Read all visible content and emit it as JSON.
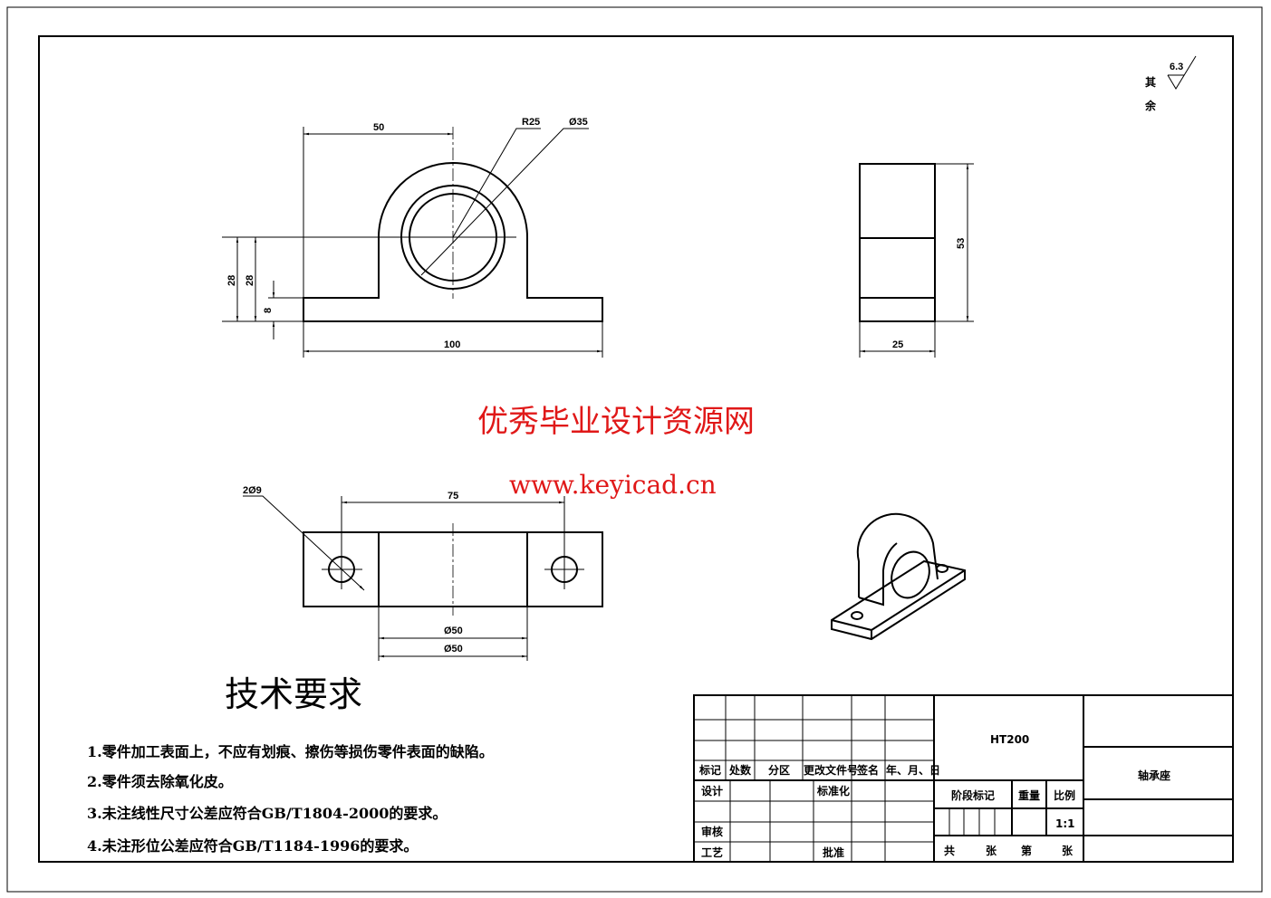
{
  "roughness": {
    "label_line1": "其",
    "label_line2": "余",
    "value": "6.3"
  },
  "front_view": {
    "dim_width_top": "50",
    "dim_radius": "R25",
    "dim_bore": "Ø35",
    "dim_height_a": "28",
    "dim_height_b": "28",
    "dim_base": "8",
    "dim_total": "100"
  },
  "side_view": {
    "dim_height": "53",
    "dim_width": "25"
  },
  "top_view": {
    "dim_holes": "2Ø9",
    "dim_spacing": "75",
    "dim_dia_a": "Ø50",
    "dim_dia_b": "Ø50"
  },
  "watermark": {
    "title": "优秀毕业设计资源网",
    "url": "www.keyicad.cn",
    "color": "#e01818"
  },
  "requirements": {
    "heading": "技术要求",
    "items": [
      "1.零件加工表面上，不应有划痕、擦伤等损伤零件表面的缺陷。",
      "2.零件须去除氧化皮。",
      "3.未注线性尺寸公差应符合GB/T1804-2000的要求。",
      "4.未注形位公差应符合GB/T1184-1996的要求。"
    ]
  },
  "title_block": {
    "headers": [
      "标记",
      "处数",
      "分区",
      "更改文件号",
      "签名",
      "年、月、日"
    ],
    "design": "设计",
    "standardize": "标准化",
    "review": "审核",
    "process": "工艺",
    "approve": "批准",
    "material": "HT200",
    "stage_mark": "阶段标记",
    "weight": "重量",
    "scale_label": "比例",
    "scale_value": "1:1",
    "total": "共",
    "sheets": "张",
    "number": "第",
    "sheet": "张",
    "part_name": "轴承座"
  }
}
